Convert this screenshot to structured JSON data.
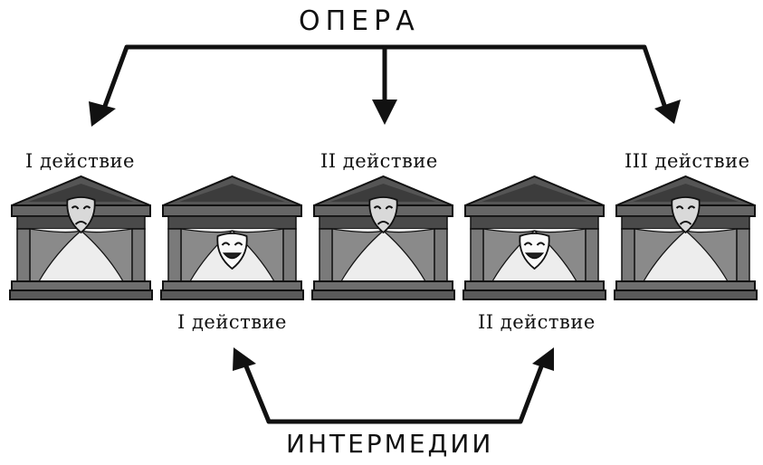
{
  "top_label": "ОПЕРА",
  "bottom_label": "ИНТЕРМЕДИИ",
  "acts": [
    {
      "label": "I действие",
      "group": "opera",
      "mask": "tragedy"
    },
    {
      "label": "I действие",
      "group": "intermedia",
      "mask": "comedy"
    },
    {
      "label": "II действие",
      "group": "opera",
      "mask": "tragedy"
    },
    {
      "label": "II действие",
      "group": "intermedia",
      "mask": "comedy"
    },
    {
      "label": "III действие",
      "group": "opera",
      "mask": "tragedy"
    }
  ],
  "colors": {
    "ink": "#111111",
    "roof": "#555555",
    "frieze": "#666666",
    "curtain": "#8a8a8a",
    "column": "#7a7a7a",
    "base": "#6e6e6e"
  }
}
